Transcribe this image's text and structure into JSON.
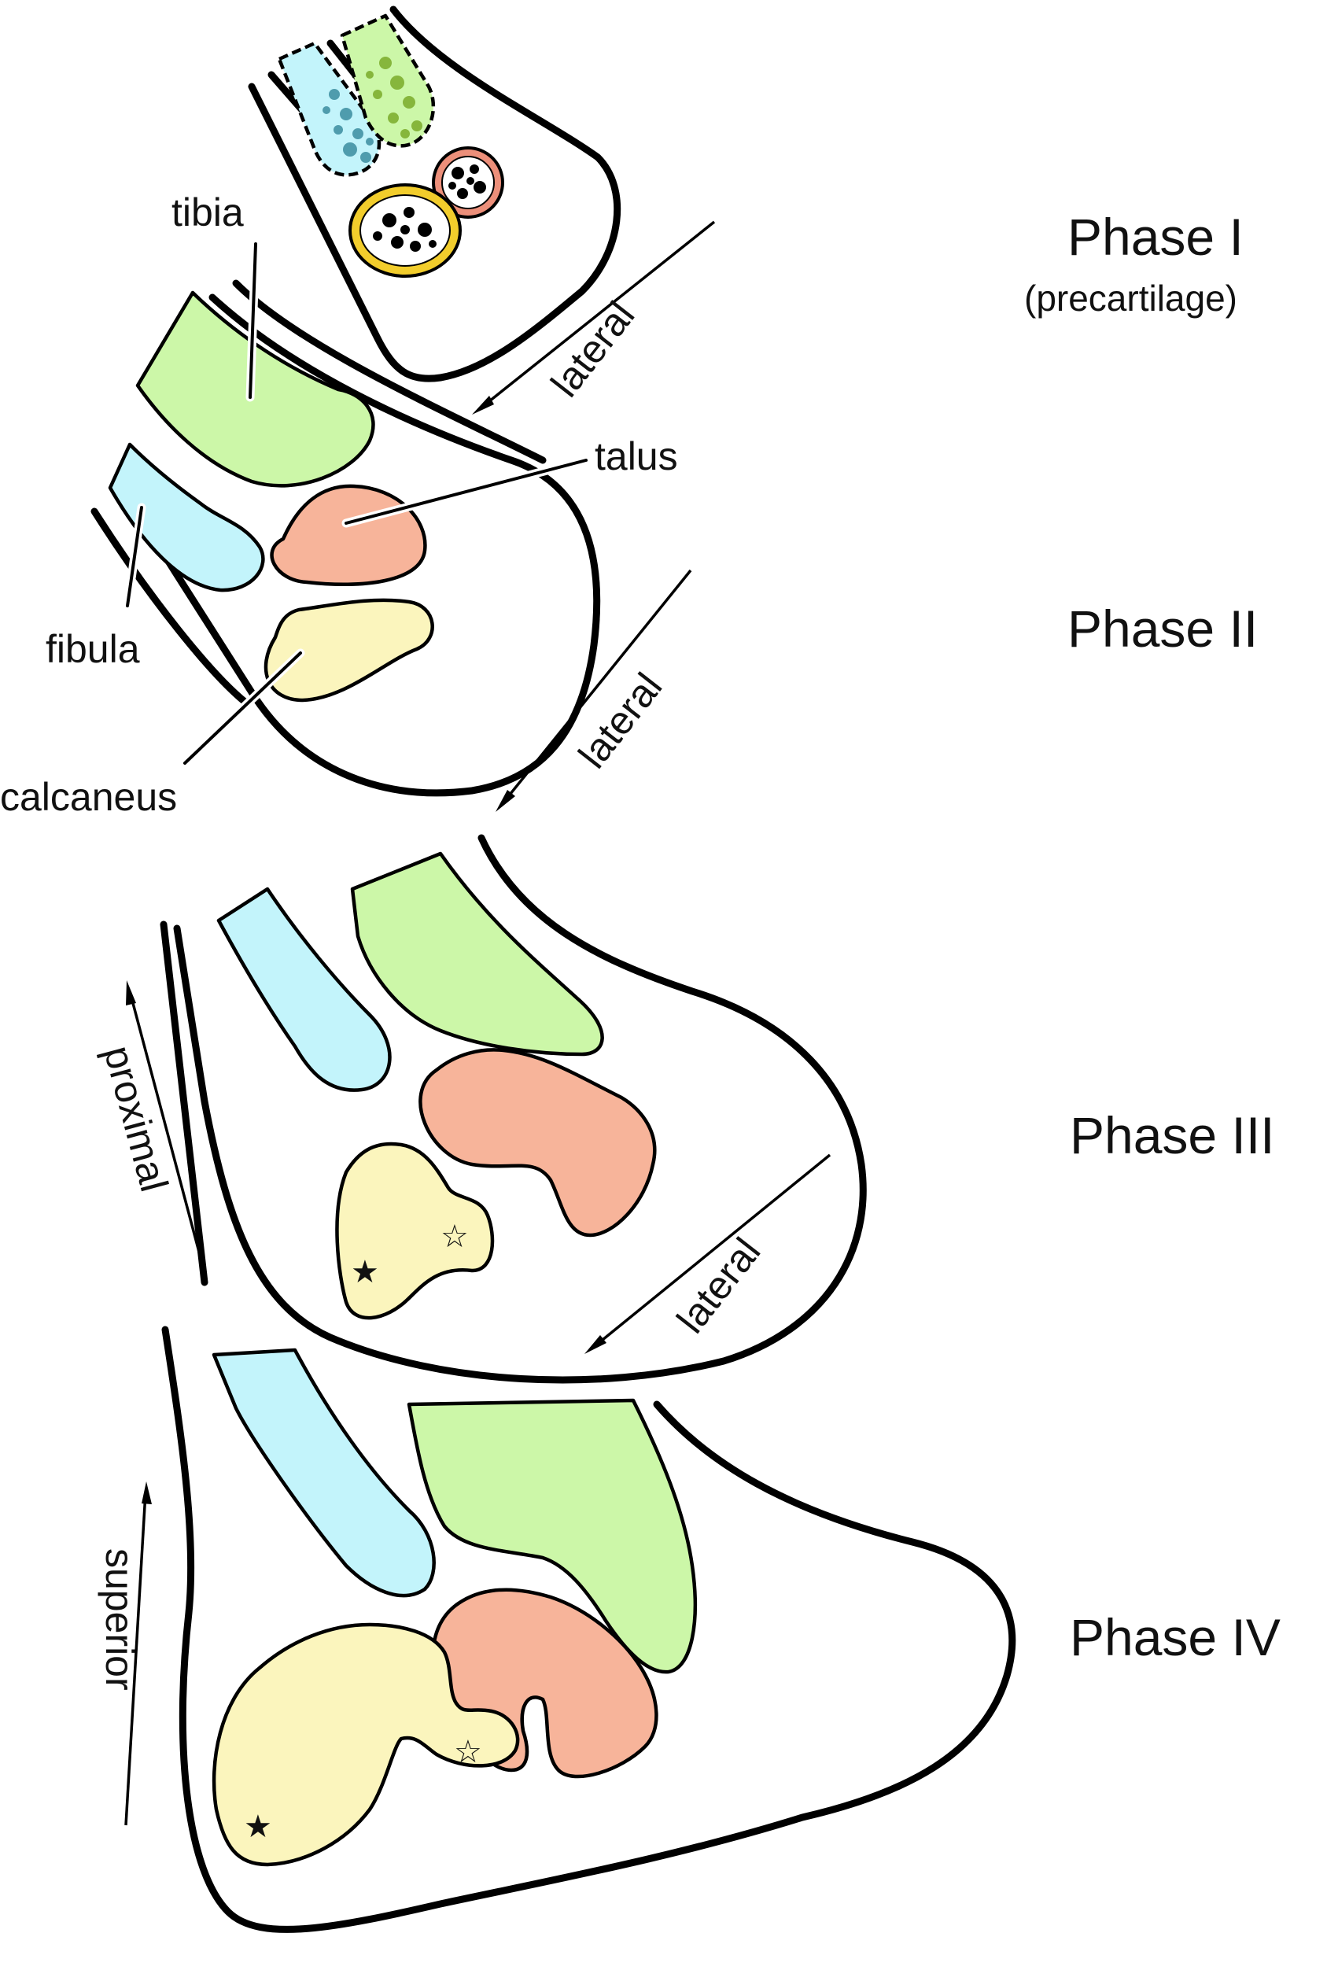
{
  "colors": {
    "tibia": "#ccf7a8",
    "fibula": "#c3f4fb",
    "talus": "#f7b49a",
    "calcaneus": "#fbf5bd",
    "tibia_dots": "#86b63c",
    "fibula_dots": "#4f9cad",
    "talus_ring": "#ec8f7a",
    "calcaneus_ring": "#f2cd2c"
  },
  "phases": [
    {
      "title": "Phase I",
      "subtitle": "(precartilage)"
    },
    {
      "title": "Phase II"
    },
    {
      "title": "Phase III"
    },
    {
      "title": "Phase IV"
    }
  ],
  "labels": {
    "tibia": "tibia",
    "talus": "talus",
    "fibula": "fibula",
    "calcaneus": "calcaneus"
  },
  "directions": {
    "lateral": "lateral",
    "proximal": "proximal",
    "superior": "superior"
  },
  "markers": {
    "filled_star": "★",
    "open_star": "☆"
  }
}
